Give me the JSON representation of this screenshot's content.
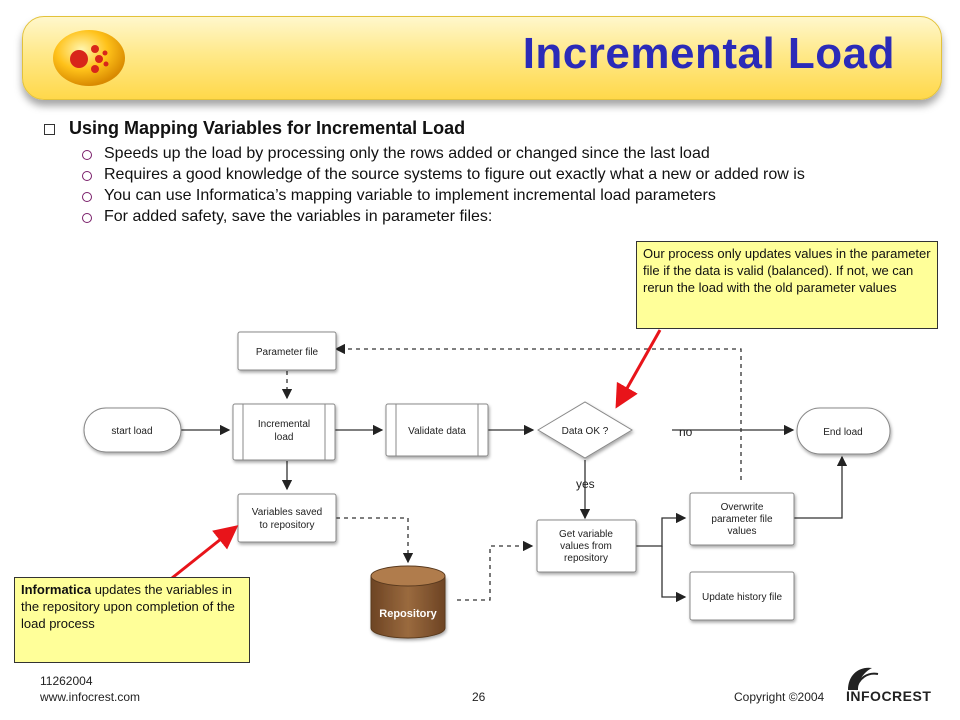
{
  "title": "Incremental Load",
  "heading": "Using Mapping Variables for Incremental  Load",
  "bullets": [
    "Speeds up the load by processing only the rows added or changed since the last load",
    "Requires a good knowledge of the source systems to figure out exactly what a new or added row is",
    "You can use Informatica’s mapping variable to implement incremental load parameters",
    "For added safety, save the variables in parameter files:"
  ],
  "diagram": {
    "parameter_file": "Parameter file",
    "start_load": "start load",
    "incremental_load": [
      "Incremental",
      "load"
    ],
    "validate_data": "Validate data",
    "data_ok": "Data OK ?",
    "no_label": "no",
    "yes_label": "yes",
    "end_load": "End load",
    "variables_saved": [
      "Variables saved",
      "to repository"
    ],
    "repository": "Repository",
    "get_variable_values": [
      "Get variable",
      "values from",
      "repository"
    ],
    "overwrite_parameter": [
      "Overwrite",
      "parameter file",
      "values"
    ],
    "update_history": "Update history file"
  },
  "callouts": {
    "top": "Our process only updates values in the parameter file if the data is valid (balanced). If not, we can rerun the load with the old parameter values",
    "bottom_bold": "Informatica",
    "bottom_rest": "updates the variables in the repository upon completion of the load process"
  },
  "footer": {
    "date": "11262004",
    "url": "www.infocrest.com",
    "page": "26",
    "copyright": "Copyright ©2004",
    "brand": "INFOCREST"
  },
  "colors": {
    "title": "#2b2bb8",
    "title_bar": "#ffe98a",
    "callout": "#ffff99",
    "pointer": "#e8141a",
    "repository": "#8a5a32"
  }
}
